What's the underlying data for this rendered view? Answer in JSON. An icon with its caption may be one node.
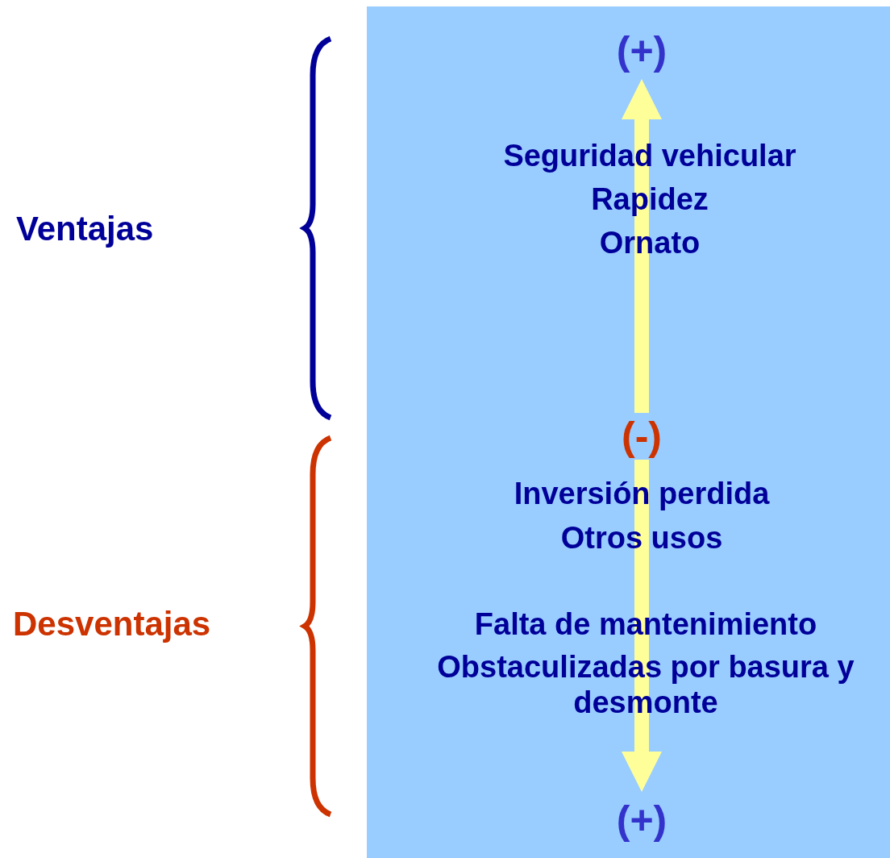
{
  "diagram": {
    "nodes": [
      {
        "text": [
          "(+)"
        ]
      },
      {
        "text": [
          "(-)"
        ]
      },
      {
        "text": [
          "(+)"
        ]
      }
    ],
    "edges": [
      {
        "from": 1,
        "to": 0,
        "arrow": "to"
      },
      {
        "from": 1,
        "to": 2,
        "arrow": "to"
      }
    ],
    "labels": [
      "Ventajas",
      "Seguridad vehicular",
      "Rapidez",
      "Ornato",
      "Desventajas",
      "Inversión perdida",
      "Otros usos",
      "Falta de mantenimiento",
      "Obstaculizadas por basura y desmonte"
    ]
  }
}
